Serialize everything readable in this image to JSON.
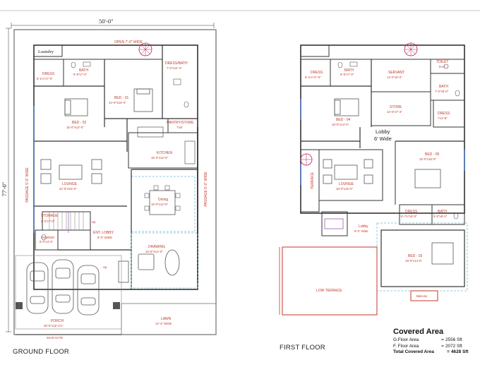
{
  "dimensions": {
    "width": "50'-0\"",
    "depth": "77'-0\""
  },
  "ground_floor": {
    "caption": "GROUND FLOOR",
    "rooms": {
      "laundry": "Laundry",
      "open": "OPEN 7'-0\" WIDE",
      "dress": "DRESS",
      "dress_size": "6'-1½\"x7'-0\"",
      "bath": "BATH",
      "bath_size": "9'-8\"x7'-0\"",
      "dress_bath": "DRESS/BATH",
      "dress_bath_size": "7'-0\"x14'-3\"",
      "bed01": "BED - 01",
      "bed01_size": "14'-0\"X16'-0\"",
      "bed02": "BED - 02",
      "bed02_size": "15'-0\"X14'-0\"",
      "pantry": "PANTRY/STORE",
      "pantry_size": "7'x8'",
      "kitchen": "KITCHEN",
      "kitchen_size": "15'-0\"x12'-0\"",
      "lounge": "LOUNGE",
      "lounge_size": "22'-9\"X15'-0\"",
      "passage_left": "PASSAGE 5'-0\" WIDE",
      "passage_right": "PASSAGE 5'-0\" WIDE",
      "dining": "Dining",
      "dining_size": "15'-0\"x12'-0\"",
      "storage": "STORAGE",
      "storage_size": "2'-3\"x7'-0\"",
      "up": "Up",
      "powder": "POWDER",
      "powder_size": "5'-0\"x4'-6\"",
      "ent_lobby": "ENT. LOBBY",
      "ent_lobby_size": "9'-0\" WIDE",
      "drawing": "DRAWING",
      "drawing_size": "15'-6\"X14'-0\"",
      "lawn": "LAWN",
      "lawn_size": "12'-3\" WIDE",
      "porch": "PORCH",
      "porch_size": "25'-6\"x15'-1½\"",
      "main_gate": "MAIN GATE"
    }
  },
  "first_floor": {
    "caption": "FIRST FLOOR",
    "rooms": {
      "dress": "DRESS",
      "dress_size": "6'-1½\"x7'-0\"",
      "bath": "BATH",
      "bath_size": "9'-8\"x7'-0\"",
      "servant": "SERVANT",
      "servant_size": "14'-0\"x8'-0\"",
      "toilet": "TOILET",
      "toilet_size": "5'x4'",
      "bath2": "BATH",
      "bath2_size": "7'-0\"x8'-0\"",
      "store": "STORE",
      "store_size": "14'-0\"x7'-3\"",
      "dress2": "DRESS",
      "dress2_size": "7'x4'-8\"",
      "bed04": "BED - 04",
      "bed04_size": "16'-0\"x14'-0\"",
      "lobby_top": "Lobby",
      "lobby_top_size": "6' Wide",
      "bed05": "BED - 05",
      "bed05_size": "15'-0\"x15'-0\"",
      "terrace": "TERRACE",
      "lounge": "LOUNGE",
      "lounge_size": "18'-0\"x15'-0\"",
      "dress3": "DRESS",
      "dress3_size": "6'-7½\"x8'-0\"",
      "bath3": "BATH",
      "bath3_size": "5'-0\"x8'-0\"",
      "lobby": "Lobby",
      "lobby_size": "9'-0\" Wide",
      "bed03": "BED - 03",
      "bed03_size": "19'-0\"x14'-0\"",
      "low_terrace": "LOW TERRACE",
      "balcony": "Balcony"
    }
  },
  "covered_area": {
    "title": "Covered Area",
    "rows": [
      {
        "label": "G.Floor Area",
        "value": "2556 Sft"
      },
      {
        "label": "F. Floor Area",
        "value": "2072 Sft"
      },
      {
        "label": "Total Covered Area",
        "value": "4628 Sft"
      }
    ]
  }
}
